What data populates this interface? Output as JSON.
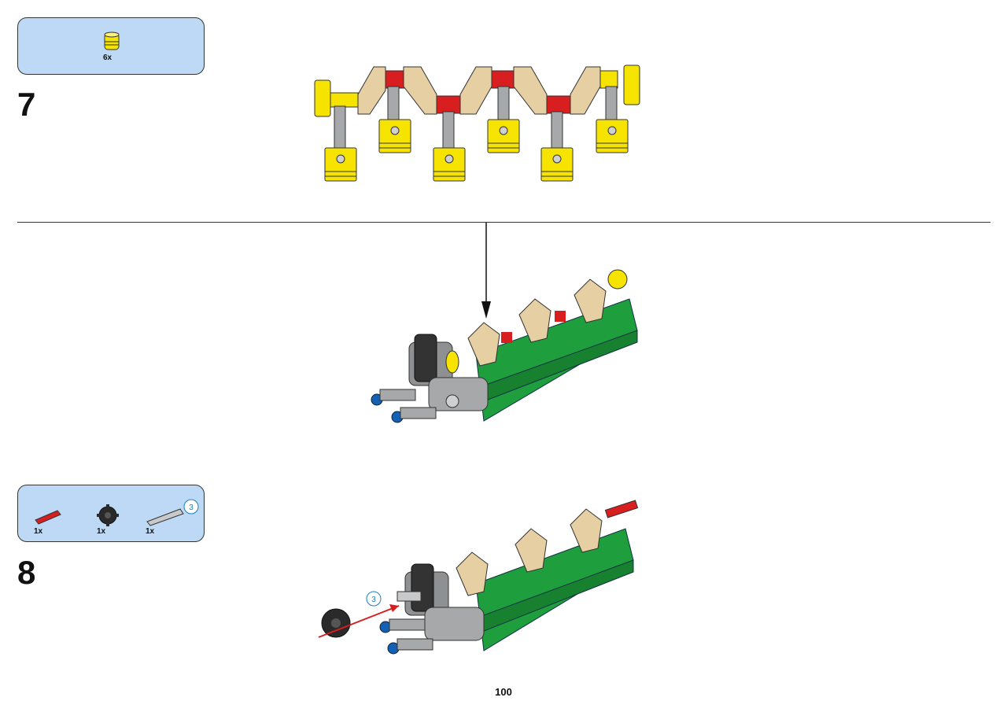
{
  "step7": {
    "number": "7",
    "parts": [
      {
        "qty": "6x",
        "icon": "yellow-piston-icon"
      }
    ]
  },
  "step8": {
    "number": "8",
    "parts": [
      {
        "qty": "1x",
        "icon": "red-axle-icon"
      },
      {
        "qty": "1x",
        "icon": "black-gear-icon"
      },
      {
        "qty": "1x",
        "icon": "gray-axle-3-icon",
        "length_badge": "3"
      }
    ],
    "assembly_callout": "3"
  },
  "page_number": "100",
  "colors": {
    "parts_box_bg": "#bdd9f5",
    "brick_green": "#1e9e3c",
    "piston_yellow": "#f6e400",
    "crank_tan": "#e5cfa3",
    "axle_red": "#d81e1e",
    "pin_blue": "#1460b4",
    "beam_gray": "#a6a8aa",
    "gear_black": "#2a2a2a"
  }
}
